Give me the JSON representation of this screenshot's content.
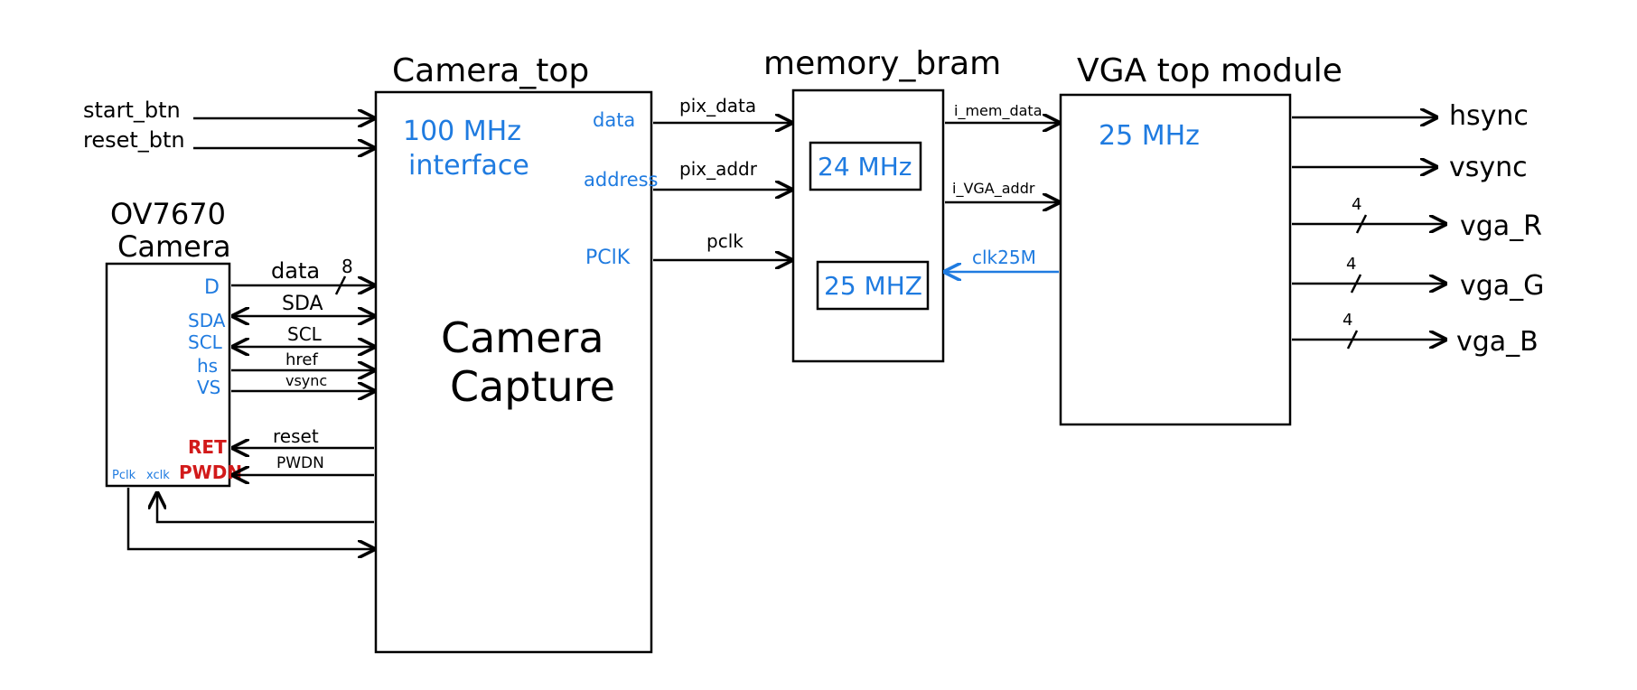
{
  "blocks": {
    "camera_top": {
      "title": "Camera_top",
      "freq": "100 MHz",
      "freq_sub": "interface",
      "body_1": "Camera",
      "body_2": "Capture",
      "port_data": "data",
      "port_address": "address",
      "port_pclk": "PClK"
    },
    "memory": {
      "title": "memory_bram",
      "clk_a": "24 MHz",
      "clk_b": "25 MHZ"
    },
    "vga": {
      "title": "VGA top module",
      "freq": "25 MHz"
    },
    "camera": {
      "title_1": "OV7670",
      "title_2": "Camera",
      "pin_d": "D",
      "pin_sda": "SDA",
      "pin_scl": "SCL",
      "pin_hs": "hs",
      "pin_vs": "VS",
      "pin_ret": "RET",
      "pin_pwdn": "PWDN",
      "pin_pclk": "Pclk",
      "pin_xclk": "xclk"
    }
  },
  "inputs": {
    "start": "start_btn",
    "reset": "reset_btn"
  },
  "signals": {
    "data": "data",
    "bus_width_data": "8",
    "sda": "SDA",
    "scl": "SCL",
    "href": "href",
    "vsync": "vsync",
    "reset": "reset",
    "pwdn": "PWDN",
    "pix_data": "pix_data",
    "pix_addr": "pix_addr",
    "pclk": "pclk",
    "i_mem_data": "i_mem_data",
    "i_vga_addr": "i_VGA_addr",
    "clk25m": "clk25M"
  },
  "outputs": {
    "hsync": "hsync",
    "vsync": "vsync",
    "vga_r": "vga_R",
    "vga_g": "vga_G",
    "vga_b": "vga_B",
    "bus_width": "4"
  },
  "colors": {
    "ink": "#000000",
    "blue": "#1f7be0",
    "red": "#d21a1a"
  }
}
